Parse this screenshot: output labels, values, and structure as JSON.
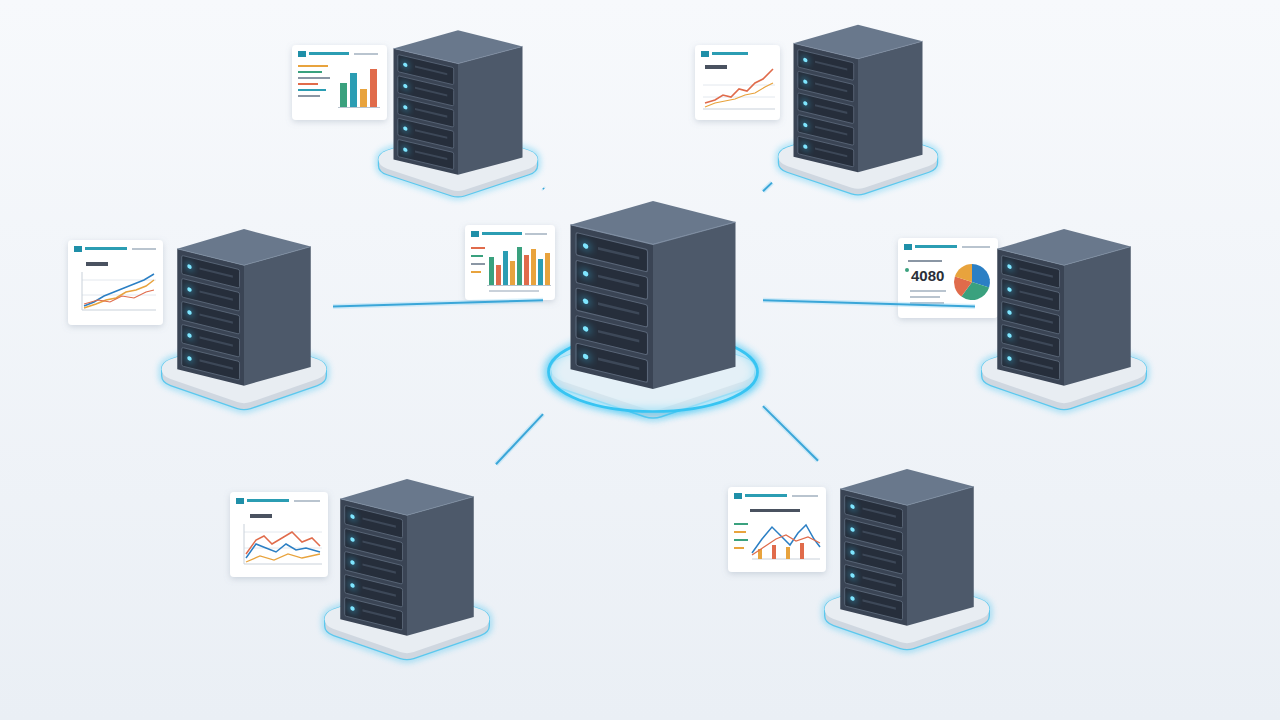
{
  "diagram": {
    "nodes": [
      {
        "text": []
      },
      {
        "text": []
      },
      {
        "text": []
      },
      {
        "text": []
      },
      {
        "text": []
      },
      {
        "text": []
      },
      {
        "text": []
      }
    ],
    "edges": [
      {
        "from": 3,
        "to": 0,
        "arrow": "none"
      },
      {
        "from": 3,
        "to": 1,
        "arrow": "none"
      },
      {
        "from": 3,
        "to": 2,
        "arrow": "none"
      },
      {
        "from": 3,
        "to": 4,
        "arrow": "none"
      },
      {
        "from": 3,
        "to": 5,
        "arrow": "none"
      },
      {
        "from": 3,
        "to": 6,
        "arrow": "none"
      }
    ],
    "labels": [
      "4080"
    ]
  }
}
